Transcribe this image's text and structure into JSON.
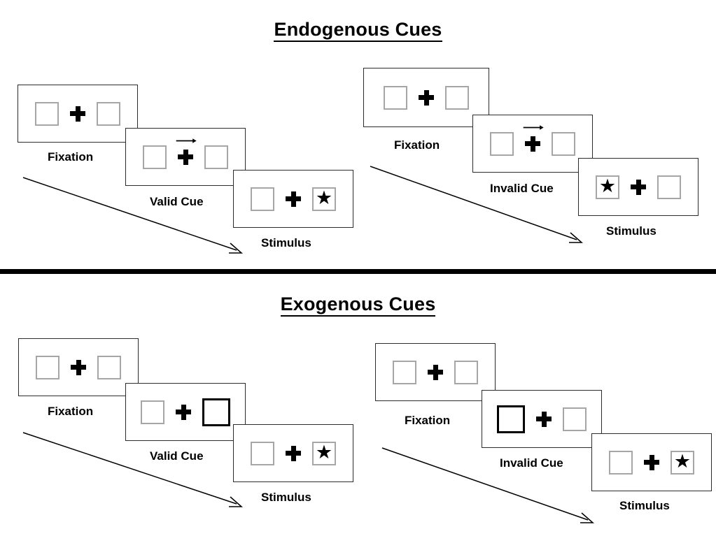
{
  "figure": {
    "title_endogenous": "Endogenous Cues",
    "title_exogenous": "Exogenous Cues",
    "divider_color": "#000000",
    "square_border_color": "#a6a6a6",
    "cued_square_border_color": "#000000",
    "panel_border_color": "#2b2b2b"
  },
  "labels": {
    "fixation": "Fixation",
    "valid_cue": "Valid Cue",
    "invalid_cue": "Invalid Cue",
    "stimulus": "Stimulus"
  },
  "icons": {
    "star": "★",
    "arrow_right": "arrow-right-icon",
    "fixation_cross": "plus-icon",
    "time_flow": "diagonal-arrow-icon"
  },
  "sections": [
    {
      "id": "endogenous",
      "title": "Endogenous Cues",
      "cue_type": "central arrow",
      "sequences": [
        {
          "id": "endogenous-valid",
          "condition": "Valid Cue",
          "steps": [
            {
              "label": "Fixation",
              "left_box": "empty",
              "right_box": "empty",
              "cue": "none"
            },
            {
              "label": "Valid Cue",
              "left_box": "empty",
              "right_box": "empty",
              "cue": "arrow-right"
            },
            {
              "label": "Stimulus",
              "left_box": "empty",
              "right_box": "star",
              "cue": "none"
            }
          ]
        },
        {
          "id": "endogenous-invalid",
          "condition": "Invalid Cue",
          "steps": [
            {
              "label": "Fixation",
              "left_box": "empty",
              "right_box": "empty",
              "cue": "none"
            },
            {
              "label": "Invalid Cue",
              "left_box": "empty",
              "right_box": "empty",
              "cue": "arrow-right"
            },
            {
              "label": "Stimulus",
              "left_box": "star",
              "right_box": "empty",
              "cue": "none"
            }
          ]
        }
      ]
    },
    {
      "id": "exogenous",
      "title": "Exogenous Cues",
      "cue_type": "peripheral box brightening",
      "sequences": [
        {
          "id": "exogenous-valid",
          "condition": "Valid Cue",
          "steps": [
            {
              "label": "Fixation",
              "left_box": "empty",
              "right_box": "empty",
              "cue": "none"
            },
            {
              "label": "Valid Cue",
              "left_box": "empty",
              "right_box": "cued",
              "cue": "right-box-highlight"
            },
            {
              "label": "Stimulus",
              "left_box": "empty",
              "right_box": "star",
              "cue": "none"
            }
          ]
        },
        {
          "id": "exogenous-invalid",
          "condition": "Invalid Cue",
          "steps": [
            {
              "label": "Fixation",
              "left_box": "empty",
              "right_box": "empty",
              "cue": "none"
            },
            {
              "label": "Invalid Cue",
              "left_box": "cued",
              "right_box": "empty",
              "cue": "left-box-highlight"
            },
            {
              "label": "Stimulus",
              "left_box": "empty",
              "right_box": "star",
              "cue": "none"
            }
          ]
        }
      ]
    }
  ]
}
